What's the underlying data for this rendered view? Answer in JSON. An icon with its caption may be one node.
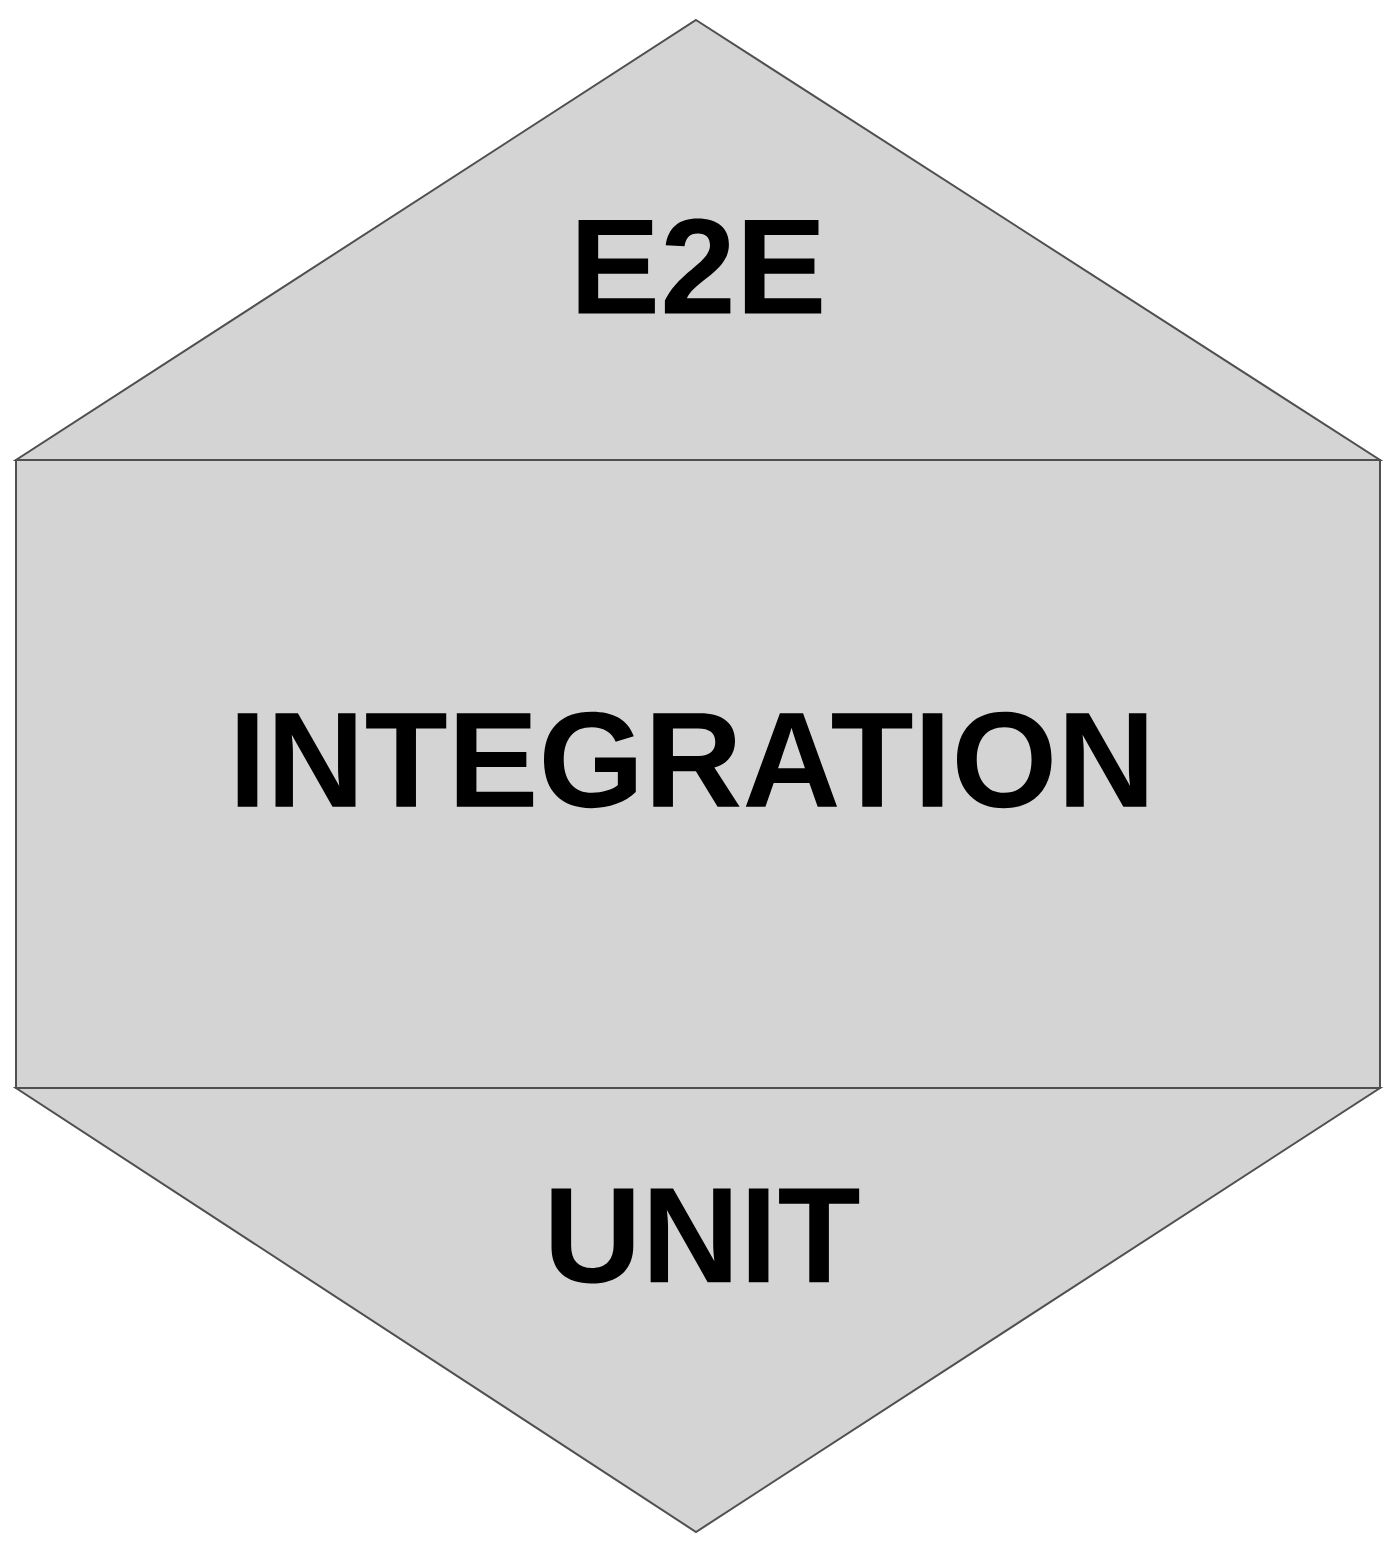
{
  "diagram": {
    "nodes": [
      {
        "text": [
          "E2E"
        ]
      },
      {
        "text": [
          "INTEGRATION"
        ]
      },
      {
        "text": [
          "UNIT"
        ]
      }
    ]
  }
}
